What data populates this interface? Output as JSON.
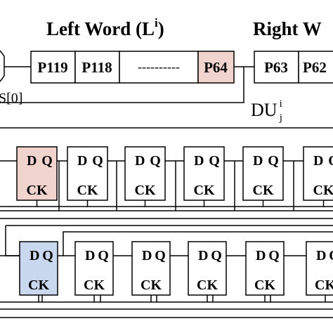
{
  "header": {
    "left_word": "Left Word (L",
    "left_word_sup": "i",
    "left_word_close": ")",
    "right_word": "Right W"
  },
  "register_left": {
    "cells": [
      "P119",
      "P118",
      "----------",
      "P64"
    ],
    "highlight": "P64"
  },
  "register_right": {
    "cells": [
      "P63",
      "P62"
    ]
  },
  "signals": {
    "select": "S[0]",
    "du_main": "DU",
    "du_sup": "i",
    "du_sub": "j"
  },
  "flipflop": {
    "d": "D",
    "q": "Q",
    "ck": "CK"
  },
  "rows": [
    {
      "name": "top",
      "count": 6,
      "highlight_index": 0,
      "highlight_color": "#f2d4cf"
    },
    {
      "name": "bottom",
      "count": 6,
      "highlight_index": 0,
      "highlight_color": "#c9d8ee"
    }
  ],
  "colors": {
    "line": "#000000",
    "p64_fill": "#f2d4cf",
    "top_ff_fill": "#f2d4cf",
    "bottom_ff_fill": "#c9d8ee"
  }
}
